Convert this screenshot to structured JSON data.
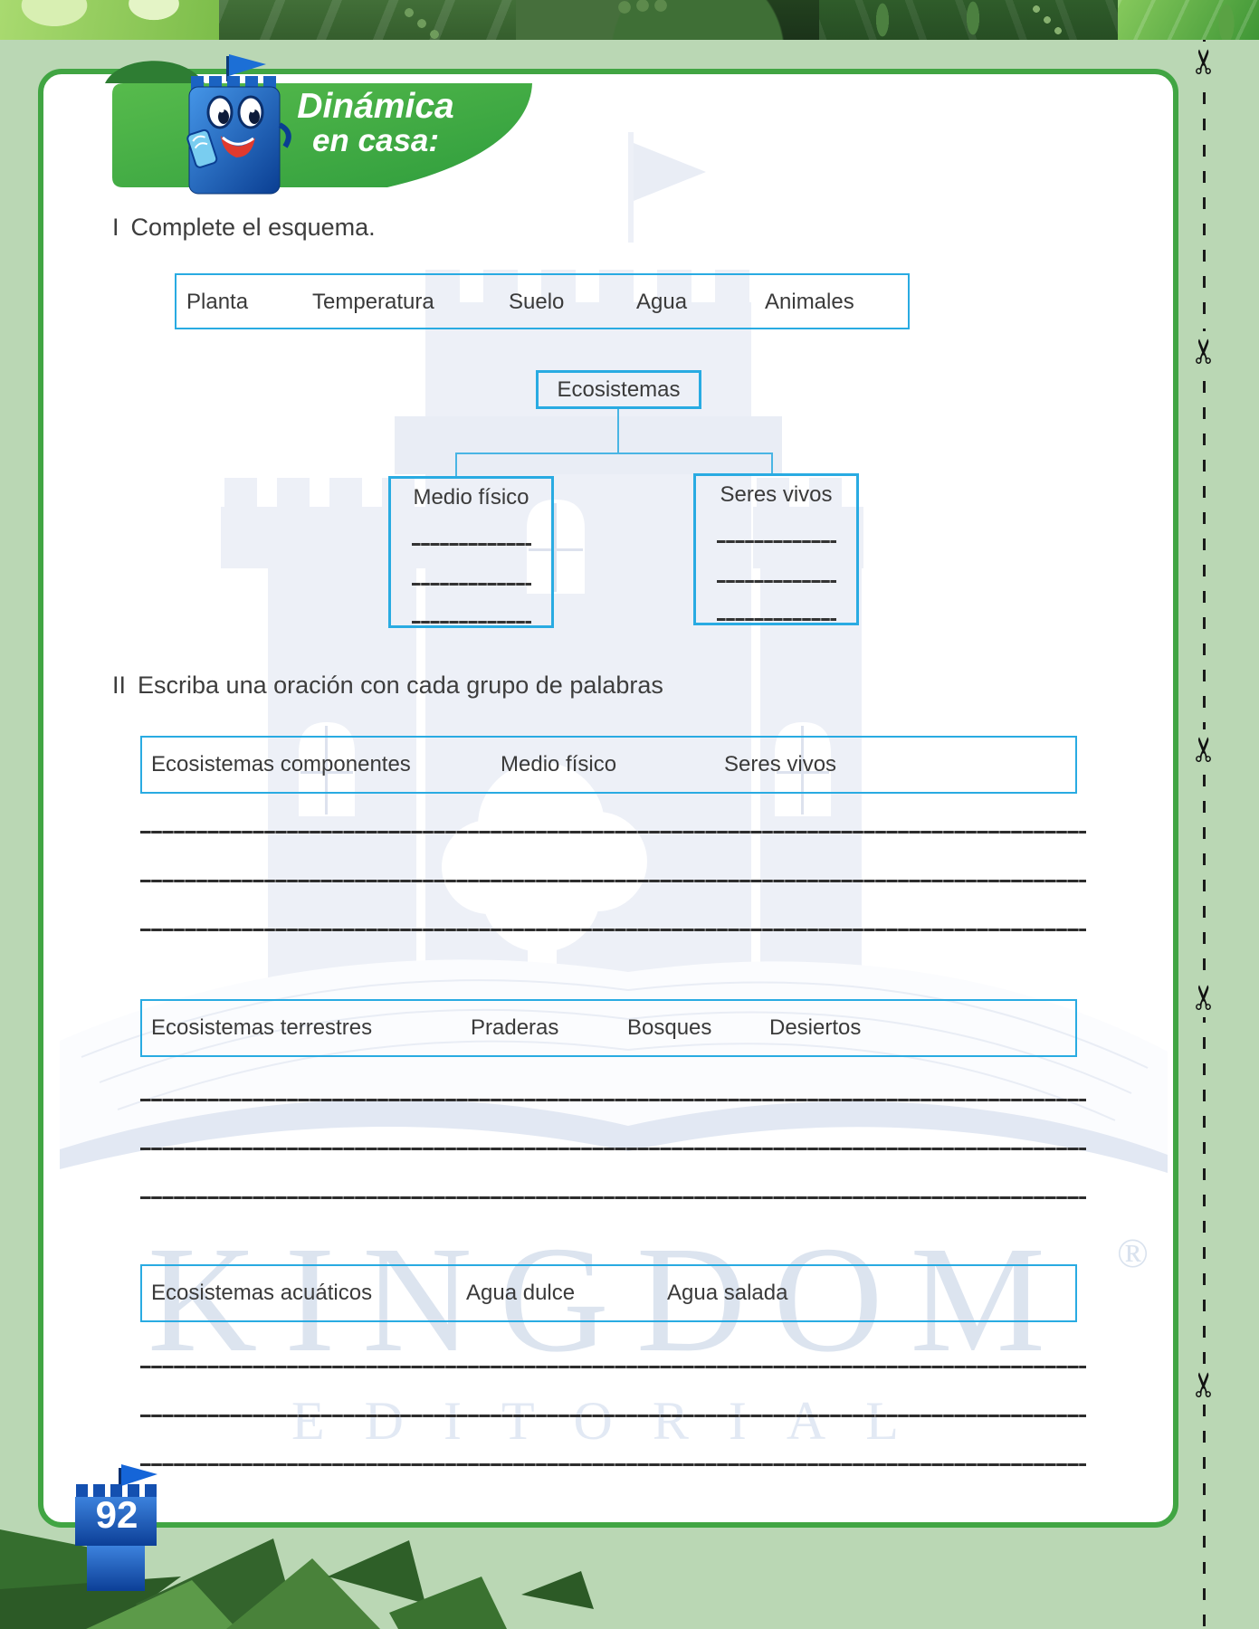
{
  "ribbon": {
    "line1": "Dinámica",
    "line2": "en casa:"
  },
  "page_number": "92",
  "brand": {
    "name": "KINGDOM",
    "subtitle": "EDITORIAL",
    "registered": "®"
  },
  "icons": {
    "scissors": "✂"
  },
  "colors": {
    "accent_blue": "#29abe2",
    "frame_green": "#41a543",
    "ribbon_green": "#45b649",
    "mascot_blue": "#1565c0",
    "background_green": "#bad7b4",
    "watermark_gray": "#ecEFF7"
  },
  "section1": {
    "numeral": "I",
    "heading": "Complete el esquema.",
    "word_bank": [
      "Planta",
      "Temperatura",
      "Suelo",
      "Agua",
      "Animales"
    ],
    "diagram": {
      "root": "Ecosistemas",
      "left_child": "Medio físico",
      "right_child": "Seres vivos"
    }
  },
  "section2": {
    "numeral": "II",
    "heading": "Escriba una oración con cada grupo de palabras",
    "groups": [
      {
        "words": [
          "Ecosistemas componentes",
          "Medio físico",
          "Seres vivos"
        ]
      },
      {
        "words": [
          "Ecosistemas terrestres",
          "Praderas",
          "Bosques",
          "Desiertos"
        ]
      },
      {
        "words": [
          "Ecosistemas acuáticos",
          "Agua dulce",
          "Agua salada"
        ]
      }
    ]
  }
}
